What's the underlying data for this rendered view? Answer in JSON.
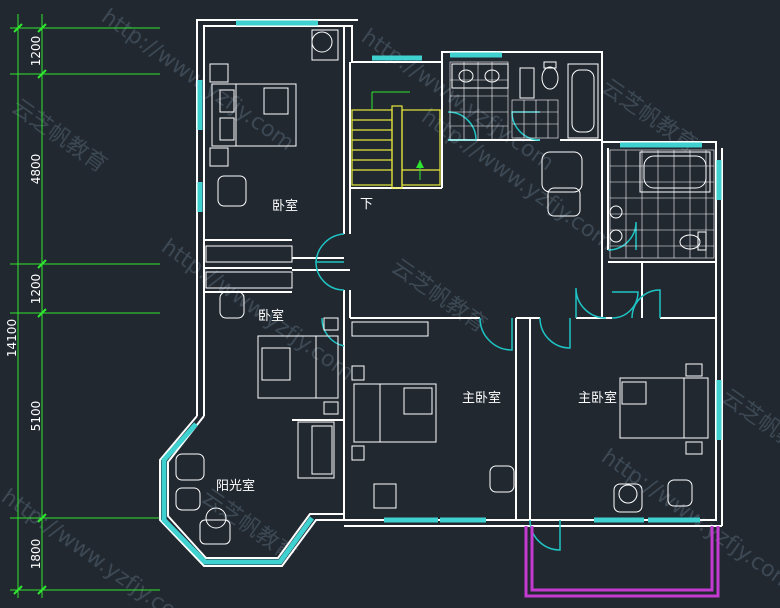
{
  "dimensions": {
    "total": "14100",
    "segments": [
      "1200",
      "4800",
      "1200",
      "5100",
      "1800"
    ]
  },
  "rooms": {
    "bedroom_top": "卧室",
    "bedroom_mid": "卧室",
    "master_center": "主卧室",
    "master_right": "主卧室",
    "sunroom": "阳光室"
  },
  "stair_label": "下",
  "watermarks": {
    "url": "http://www.yzfjy.com",
    "brand": "云芝帆教育"
  },
  "colors": {
    "background": "#212830",
    "walls": "#ffffff",
    "doors": "#1fc4c4",
    "windows": "#3fd0d0",
    "dimension_lines": "#2ee62e",
    "stairs": "#e8e83a",
    "balcony": "#c23ad0"
  }
}
